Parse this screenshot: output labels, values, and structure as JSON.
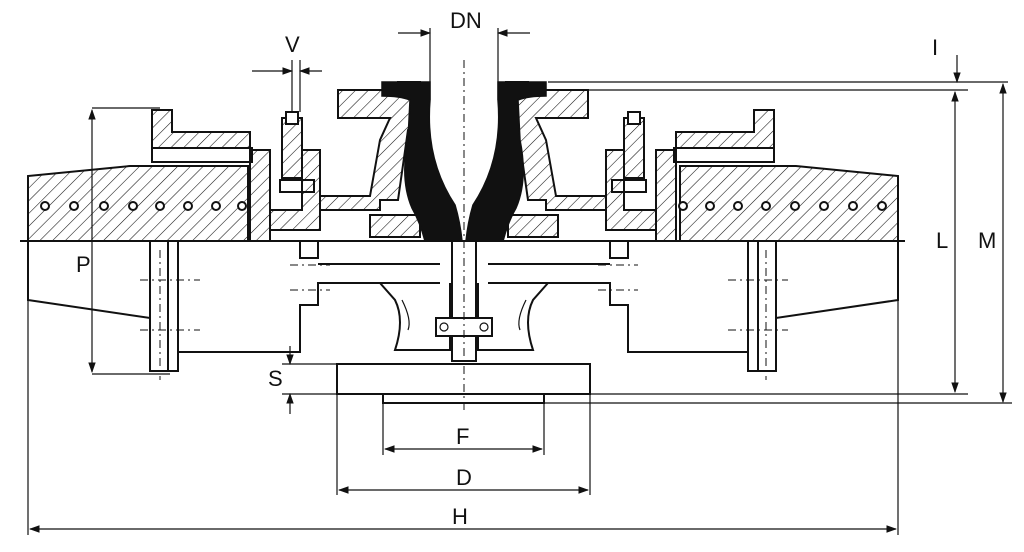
{
  "labels": {
    "dn": "DN",
    "v": "V",
    "i": "I",
    "l": "L",
    "m": "M",
    "p": "P",
    "s": "S",
    "f": "F",
    "d": "D",
    "h": "H"
  }
}
